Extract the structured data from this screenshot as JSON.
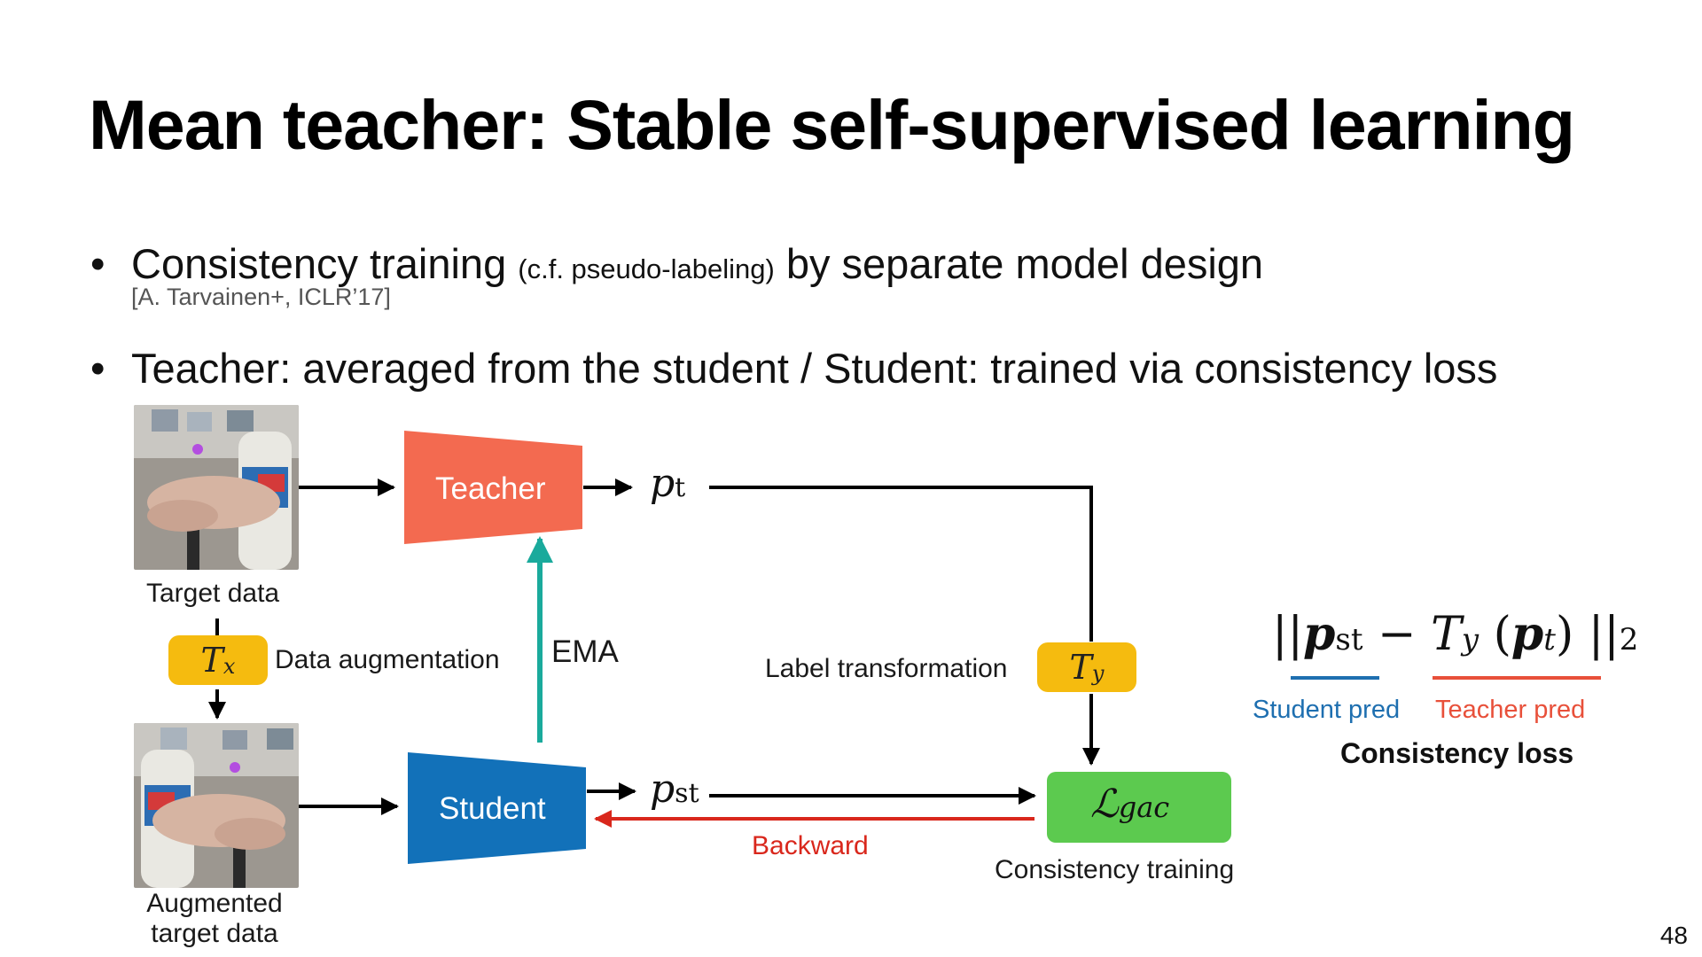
{
  "slide": {
    "title": "Mean teacher: Stable self-supervised learning",
    "bullets": [
      {
        "main": "Consistency training",
        "small": "(c.f. pseudo-labeling)",
        "rest": "by separate model design",
        "ref": "[A. Tarvainen+, ICLR’17]"
      },
      {
        "main": "Teacher: averaged from the student / Student: trained via consistency loss"
      }
    ],
    "page_number": "48"
  },
  "diagram": {
    "target_data_label": "Target data",
    "augmented_label_line1": "Augmented",
    "augmented_label_line2": "target data",
    "tx_symbol": "T",
    "tx_sub": "x",
    "data_aug_label": "Data augmentation",
    "teacher_label": "Teacher",
    "student_label": "Student",
    "ema_label": "EMA",
    "pt_symbol": "p",
    "pt_sub": "t",
    "pst_symbol": "p",
    "pst_sub": "st",
    "label_transform_label": "Label transformation",
    "ty_symbol": "T",
    "ty_sub": "y",
    "loss_symbol": "ℒ",
    "loss_sub": "gac",
    "backward_label": "Backward",
    "consistency_training_label": "Consistency training"
  },
  "equation": {
    "student_pred": "Student pred",
    "teacher_pred": "Teacher pred",
    "consistency_loss": "Consistency loss"
  },
  "colors": {
    "teacher": "#f36a50",
    "student": "#1271b9",
    "ema_arrow": "#1aaa9c",
    "backward": "#d9271c",
    "transform_box": "#f5bb0f",
    "loss_box": "#5cca4f"
  }
}
